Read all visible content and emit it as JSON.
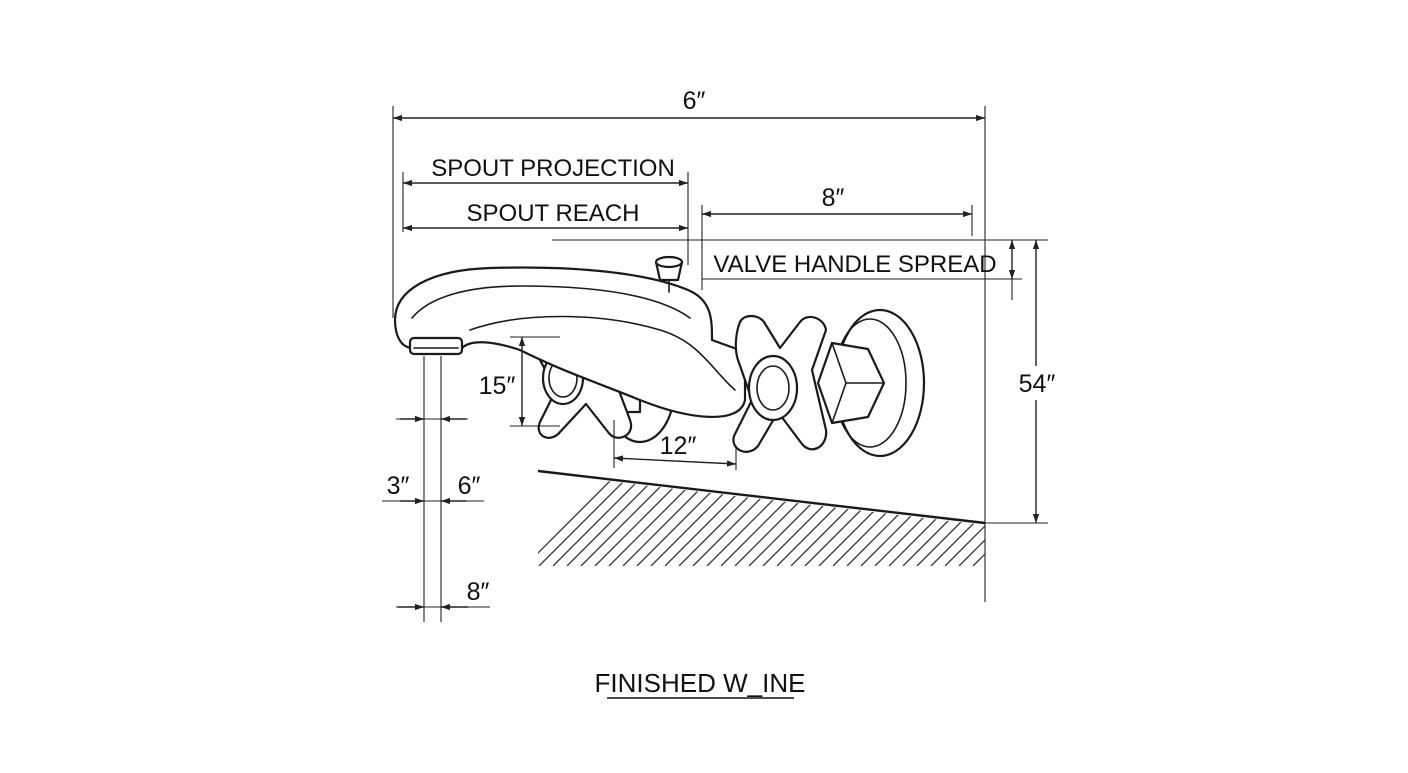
{
  "labels": {
    "overall_width": "6″",
    "spout_projection": "SPOUT PROJECTION",
    "spout_reach": "SPOUT REACH",
    "handle_spread_dim": "8″",
    "valve_handle_spread": "VALVE HANDLE SPREAD",
    "height_dim": "54″",
    "handle_height": "15″",
    "center_spread": "12″",
    "left_offset": "3″",
    "right_offset": "6″",
    "bottom_offset": "8″",
    "caption": "FINISHED W_INE"
  },
  "colors": {
    "line": "#222222",
    "background": "#ffffff"
  }
}
